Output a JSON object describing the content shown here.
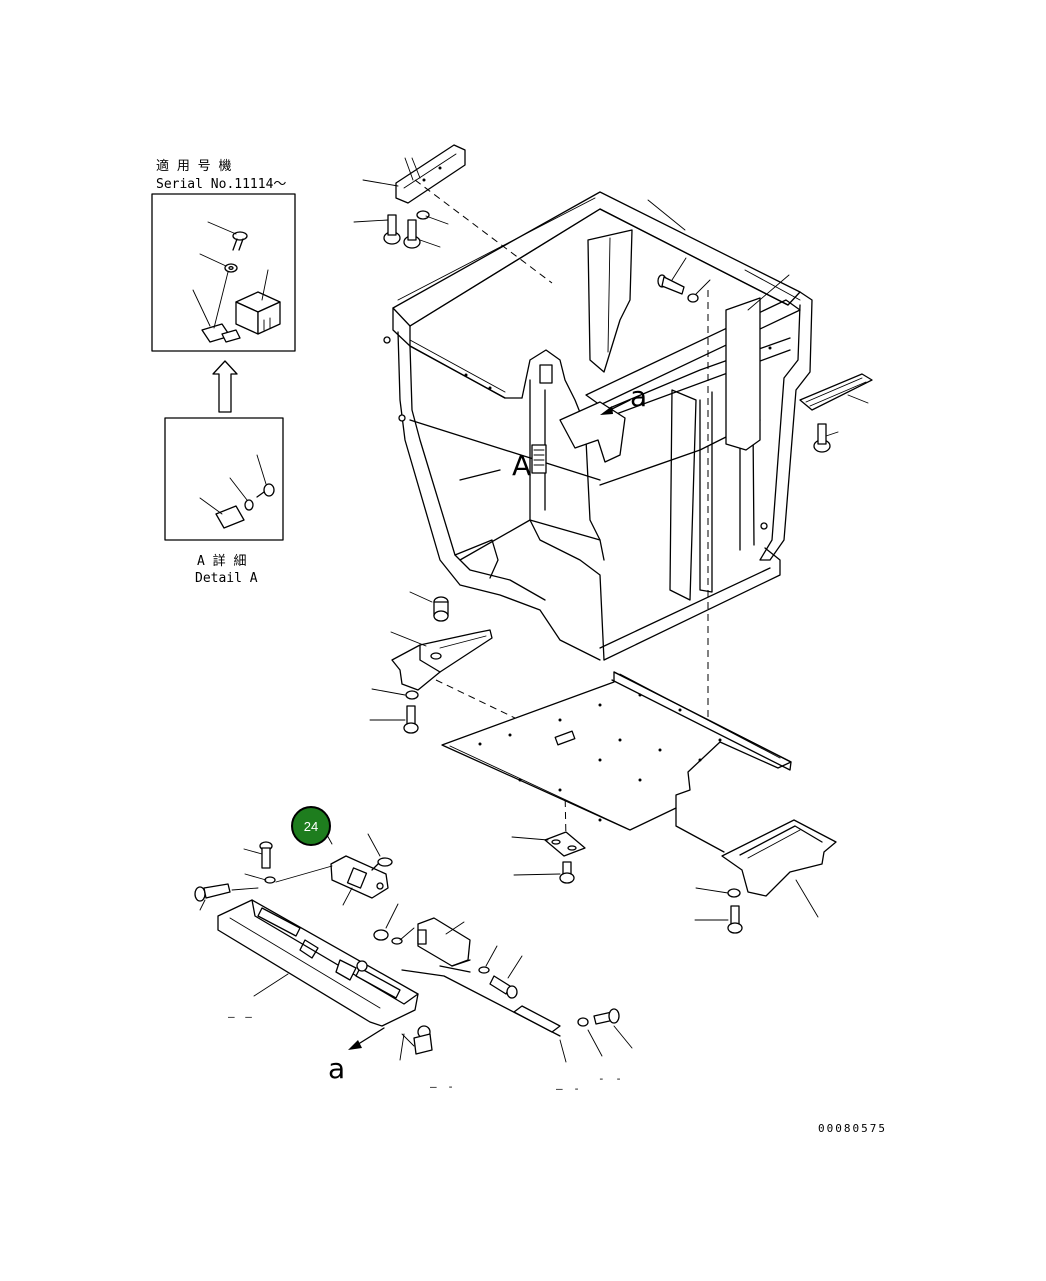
{
  "inset": {
    "applicability_jp": "適 用 号 機",
    "serial_label": "Serial No.11114～",
    "detail_jp": "A 詳 細",
    "detail_en": "Detail A"
  },
  "view_labels": {
    "cab_view": "A",
    "arrow_upper": "a",
    "arrow_lower": "a"
  },
  "callout": {
    "number": "24",
    "color": "#1e7d1e",
    "border_color": "#000000",
    "text_color": "#ffffff"
  },
  "drawing_number": "00080575",
  "small_marks": {
    "mark_1": "– –",
    "mark_2": "– -",
    "mark_3": "– -",
    "mark_4": "- -"
  }
}
